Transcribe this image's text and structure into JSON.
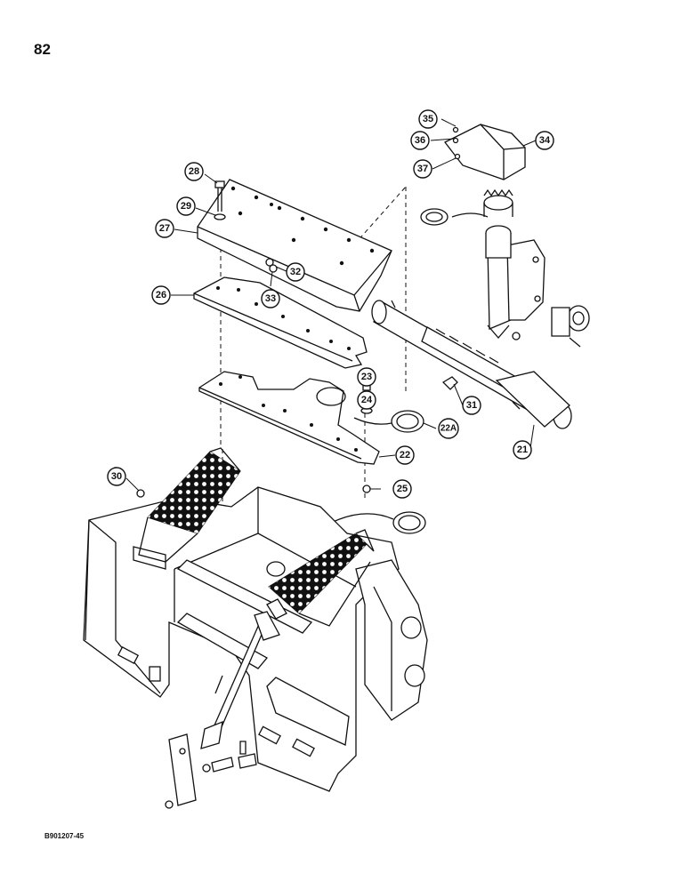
{
  "page_number": "82",
  "figure_code": "B901207-45",
  "callouts": {
    "c21": "21",
    "c22": "22",
    "c22a": "22A",
    "c23": "23",
    "c24": "24",
    "c25": "25",
    "c26": "26",
    "c27": "27",
    "c28": "28",
    "c29": "29",
    "c30": "30",
    "c31": "31",
    "c32": "32",
    "c33": "33",
    "c34": "34",
    "c35": "35",
    "c36": "36",
    "c37": "37"
  }
}
